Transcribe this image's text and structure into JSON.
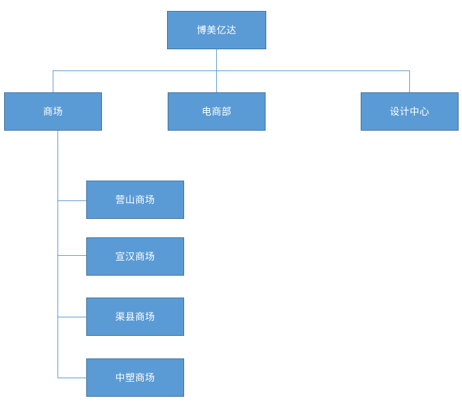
{
  "chart": {
    "type": "org-chart",
    "title": "",
    "root": {
      "id": "root",
      "label": "博美亿达",
      "level": 0
    },
    "level2": [
      {
        "id": "mall",
        "label": "商场",
        "level": 1
      },
      {
        "id": "ecommerce",
        "label": "电商部",
        "level": 1
      },
      {
        "id": "design",
        "label": "设计中心",
        "level": 1
      }
    ],
    "level3": [
      {
        "id": "yingshan",
        "label": "营山商场",
        "level": 2,
        "parent": "mall"
      },
      {
        "id": "xuanhan",
        "label": "宣汉商场",
        "level": 2,
        "parent": "mall"
      },
      {
        "id": "quxian",
        "label": "渠县商场",
        "level": 2,
        "parent": "mall"
      },
      {
        "id": "zhongsu",
        "label": "中塑商场",
        "level": 2,
        "parent": "mall"
      }
    ],
    "colors": {
      "node_fill": "#5B9BD5",
      "node_border": "#41719C",
      "node_text": "#FFFFFF",
      "connector": "#5B9BD5",
      "background": "#FFFFFF"
    }
  }
}
